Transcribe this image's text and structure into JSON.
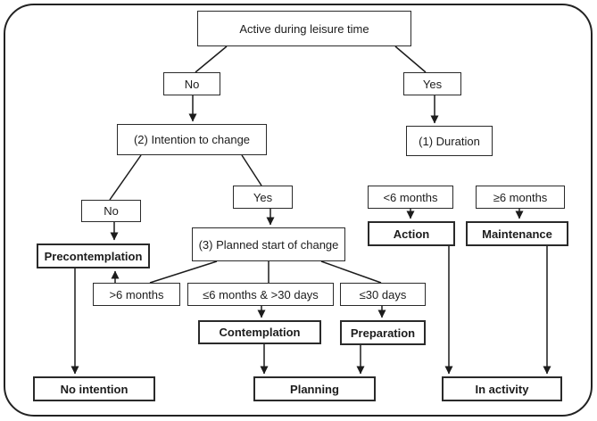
{
  "diagram": {
    "description": "Flowchart of stages-of-change algorithm for leisure-time physical activity",
    "colors": {
      "background": "#ffffff",
      "line": "#1c1c1c",
      "box_border": "#2a2a2a",
      "text": "#1c1c1c"
    },
    "nodes": {
      "active": {
        "label": "Active during leisure time"
      },
      "no1": {
        "label": "No"
      },
      "yes1": {
        "label": "Yes"
      },
      "intention": {
        "label": "(2) Intention to change"
      },
      "duration": {
        "label": "(1) Duration"
      },
      "no2": {
        "label": "No"
      },
      "yes2": {
        "label": "Yes"
      },
      "precontemplation": {
        "label": "Precontemplation"
      },
      "planned": {
        "label": "(3) Planned start of change"
      },
      "lt6": {
        "label": "<6 months"
      },
      "ge6": {
        "label": "≥6 months"
      },
      "action": {
        "label": "Action"
      },
      "maintenance": {
        "label": "Maintenance"
      },
      "gt6": {
        "label": ">6 months"
      },
      "le6gt30": {
        "label": "≤6 months & >30 days"
      },
      "le30": {
        "label": "≤30 days"
      },
      "contemplation": {
        "label": "Contemplation"
      },
      "preparation": {
        "label": "Preparation"
      },
      "nointention": {
        "label": "No intention"
      },
      "planning": {
        "label": "Planning"
      },
      "inactivity": {
        "label": "In activity"
      }
    }
  }
}
